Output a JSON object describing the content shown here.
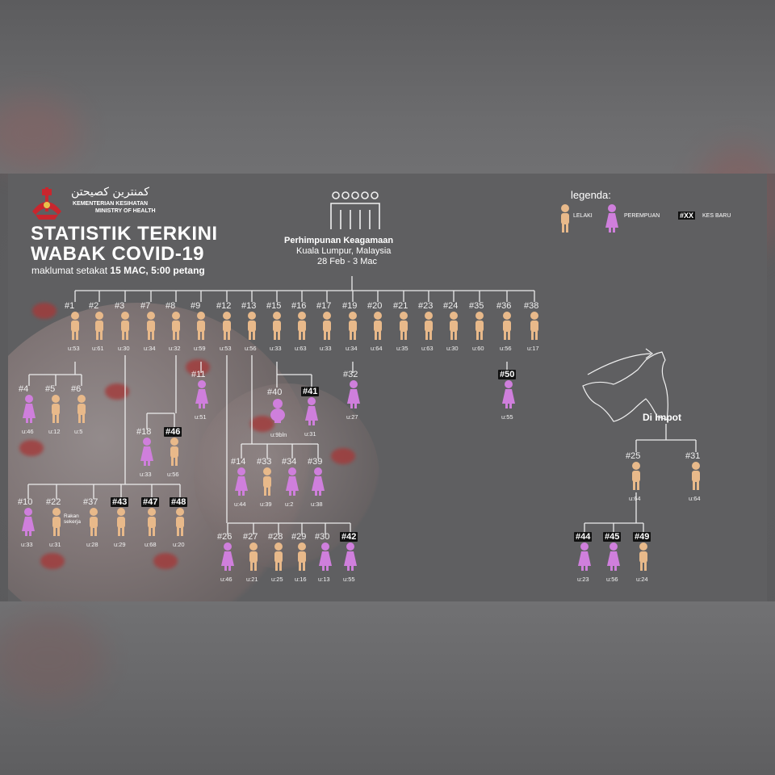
{
  "header": {
    "ministry_arabic": "كمنترين كصيحتن",
    "ministry_malay": "KEMENTERIAN KESIHATAN",
    "ministry_english": "MINISTRY OF HEALTH",
    "title_line1": "STATISTIK TERKINI",
    "title_line2": "WABAK COVID-19",
    "subtitle_prefix": "maklumat setakat",
    "subtitle_date": "15 MAC, 5:00 petang"
  },
  "gathering": {
    "title": "Perhimpunan Keagamaan",
    "place": "Kuala Lumpur, Malaysia",
    "dates": "28 Feb - 3 Mac"
  },
  "legend": {
    "title": "legenda:",
    "male": "LELAKI",
    "female": "PEREMPUAN",
    "new_tag": "#XX",
    "new_label": "KES BARU"
  },
  "imported": {
    "label": "Di Impot"
  },
  "colors": {
    "male": "#e8b98a",
    "female": "#cf7fdc",
    "line": "#ececec",
    "new_bg": "#111111"
  },
  "cases": [
    {
      "id": "#1",
      "age": "u:53",
      "sex": "M",
      "new": false
    },
    {
      "id": "#2",
      "age": "u:61",
      "sex": "M",
      "new": false
    },
    {
      "id": "#3",
      "age": "u:30",
      "sex": "M",
      "new": false
    },
    {
      "id": "#7",
      "age": "u:34",
      "sex": "M",
      "new": false
    },
    {
      "id": "#8",
      "age": "u:32",
      "sex": "M",
      "new": false
    },
    {
      "id": "#9",
      "age": "u:59",
      "sex": "M",
      "new": false
    },
    {
      "id": "#12",
      "age": "u:53",
      "sex": "M",
      "new": false
    },
    {
      "id": "#13",
      "age": "u:56",
      "sex": "M",
      "new": false
    },
    {
      "id": "#15",
      "age": "u:33",
      "sex": "M",
      "new": false
    },
    {
      "id": "#16",
      "age": "u:63",
      "sex": "M",
      "new": false
    },
    {
      "id": "#17",
      "age": "u:33",
      "sex": "M",
      "new": false
    },
    {
      "id": "#19",
      "age": "u:34",
      "sex": "M",
      "new": false
    },
    {
      "id": "#20",
      "age": "u:64",
      "sex": "M",
      "new": false
    },
    {
      "id": "#21",
      "age": "u:35",
      "sex": "M",
      "new": false
    },
    {
      "id": "#23",
      "age": "u:63",
      "sex": "M",
      "new": false
    },
    {
      "id": "#24",
      "age": "u:30",
      "sex": "M",
      "new": false
    },
    {
      "id": "#35",
      "age": "u:60",
      "sex": "M",
      "new": false
    },
    {
      "id": "#36",
      "age": "u:56",
      "sex": "M",
      "new": false
    },
    {
      "id": "#38",
      "age": "u:17",
      "sex": "M",
      "new": false
    },
    {
      "id": "#4",
      "age": "u:46",
      "sex": "F",
      "new": false
    },
    {
      "id": "#5",
      "age": "u:12",
      "sex": "M",
      "new": false
    },
    {
      "id": "#6",
      "age": "u:5",
      "sex": "M",
      "new": false
    },
    {
      "id": "#11",
      "age": "u:51",
      "sex": "F",
      "new": false
    },
    {
      "id": "#40",
      "age": "u:9bln",
      "sex": "B",
      "new": false
    },
    {
      "id": "#41",
      "age": "u:31",
      "sex": "F",
      "new": true
    },
    {
      "id": "#32",
      "age": "u:27",
      "sex": "F",
      "new": false
    },
    {
      "id": "#50",
      "age": "u:55",
      "sex": "F",
      "new": true
    },
    {
      "id": "#18",
      "age": "u:33",
      "sex": "F",
      "new": false
    },
    {
      "id": "#46",
      "age": "u:56",
      "sex": "M",
      "new": true
    },
    {
      "id": "#14",
      "age": "u:44",
      "sex": "F",
      "new": false
    },
    {
      "id": "#33",
      "age": "u:39",
      "sex": "M",
      "new": false
    },
    {
      "id": "#34",
      "age": "u:2",
      "sex": "F",
      "new": false
    },
    {
      "id": "#39",
      "age": "u:38",
      "sex": "F",
      "new": false
    },
    {
      "id": "#10",
      "age": "u:33",
      "sex": "F",
      "new": false
    },
    {
      "id": "#22",
      "age": "u:31",
      "sex": "M",
      "new": false,
      "note": "Rakan sekerja"
    },
    {
      "id": "#37",
      "age": "u:28",
      "sex": "M",
      "new": false
    },
    {
      "id": "#43",
      "age": "u:29",
      "sex": "M",
      "new": true
    },
    {
      "id": "#47",
      "age": "u:68",
      "sex": "M",
      "new": true
    },
    {
      "id": "#48",
      "age": "u:20",
      "sex": "M",
      "new": true
    },
    {
      "id": "#26",
      "age": "u:46",
      "sex": "F",
      "new": false
    },
    {
      "id": "#27",
      "age": "u:21",
      "sex": "M",
      "new": false
    },
    {
      "id": "#28",
      "age": "u:25",
      "sex": "M",
      "new": false
    },
    {
      "id": "#29",
      "age": "u:16",
      "sex": "M",
      "new": false
    },
    {
      "id": "#30",
      "age": "u:13",
      "sex": "F",
      "new": false
    },
    {
      "id": "#42",
      "age": "u:55",
      "sex": "F",
      "new": true
    },
    {
      "id": "#25",
      "age": "u:64",
      "sex": "M",
      "new": false
    },
    {
      "id": "#31",
      "age": "u:64",
      "sex": "M",
      "new": false
    },
    {
      "id": "#44",
      "age": "u:23",
      "sex": "F",
      "new": true
    },
    {
      "id": "#45",
      "age": "u:56",
      "sex": "F",
      "new": true
    },
    {
      "id": "#49",
      "age": "u:24",
      "sex": "M",
      "new": true
    }
  ]
}
